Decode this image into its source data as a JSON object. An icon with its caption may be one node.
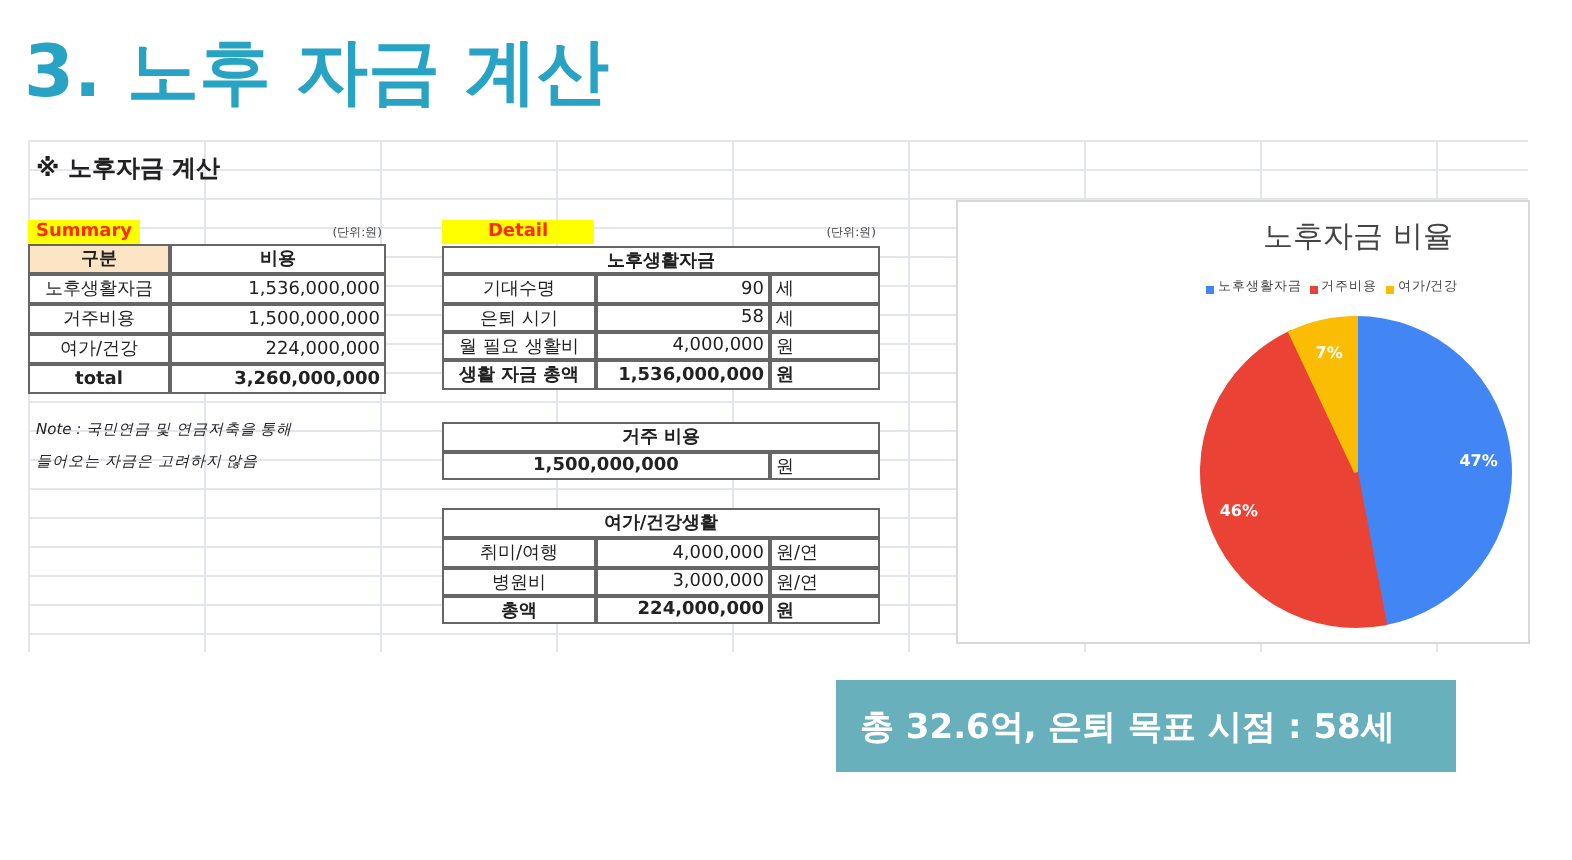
{
  "diagram": {
    "title": "3. 노후 자금 계산",
    "nodes": [
      {
        "text": [
          "총 32.6억, 은퇴 목표 시점 : 58세"
        ]
      }
    ],
    "labels": [
      "※ 노후자금 계산",
      "Summary",
      "(단위:원)",
      "구분",
      "비용",
      "노후생활자금",
      "1,536,000,000",
      "거주비용",
      "1,500,000,000",
      "여가/건강",
      "224,000,000",
      "total",
      "3,260,000,000",
      "Note : 국민연금 및 연금저축을 통해 들어오는 자금은 고려하지 않음",
      "Detail",
      "(단위:원)",
      "노후생활자금",
      "기대수명",
      "90",
      "세",
      "은퇴 시기",
      "58",
      "세",
      "월 필요 생활비",
      "4,000,000",
      "원",
      "생활 자금 총액",
      "1,536,000,000",
      "원",
      "거주 비용",
      "1,500,000,000",
      "원",
      "여가/건강생활",
      "취미/여행",
      "4,000,000",
      "원/연",
      "병원비",
      "3,000,000",
      "원/연",
      "총액",
      "224,000,000",
      "원"
    ],
    "chart_data": {
      "type": "pie",
      "title": "노후자금 비율",
      "categories": [
        "노후생활자금",
        "거주비용",
        "여가/건강"
      ],
      "values": [
        47,
        46,
        7
      ],
      "value_labels": [
        "47%",
        "46%",
        "7%"
      ],
      "legend": "top"
    }
  }
}
